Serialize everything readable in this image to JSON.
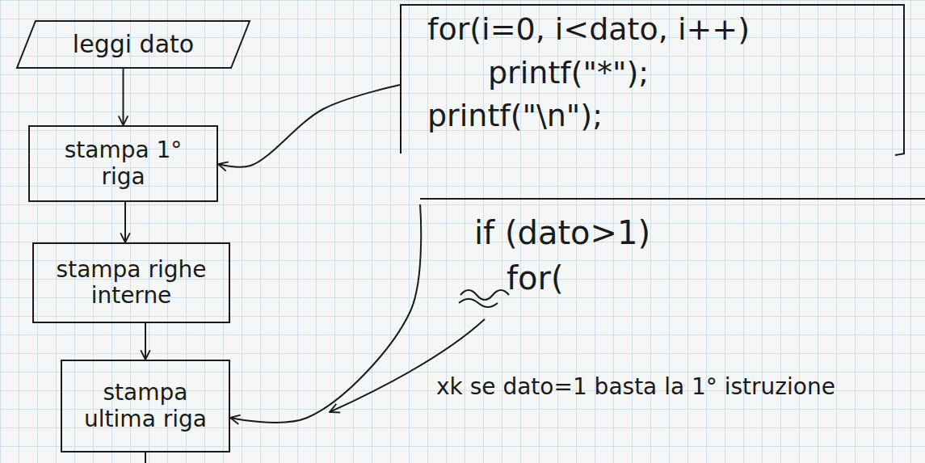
{
  "diagram": {
    "nodes": [
      {
        "text": [
          "leggi dato"
        ]
      },
      {
        "text": [
          "stampa 1° riga"
        ]
      },
      {
        "text": [
          "stampa righe interne"
        ]
      },
      {
        "text": [
          "stampa ultima riga"
        ]
      },
      {
        "text": [
          "for(i=0, i<dato, i++)",
          "printf(\"*\");",
          "printf(\"\\n\");"
        ]
      },
      {
        "text": [
          "if (dato>1)",
          "for("
        ]
      }
    ],
    "edges": [
      {
        "from": 0,
        "to": 1,
        "arrow": "to"
      },
      {
        "from": 1,
        "to": 2,
        "arrow": "to"
      },
      {
        "from": 2,
        "to": 3,
        "arrow": "to"
      },
      {
        "from": 4,
        "to": 1,
        "arrow": "to"
      },
      {
        "from": 5,
        "to": 3,
        "arrow": "to"
      }
    ],
    "labels": [
      "xk se dato=1 basta la 1° istruzione"
    ]
  }
}
